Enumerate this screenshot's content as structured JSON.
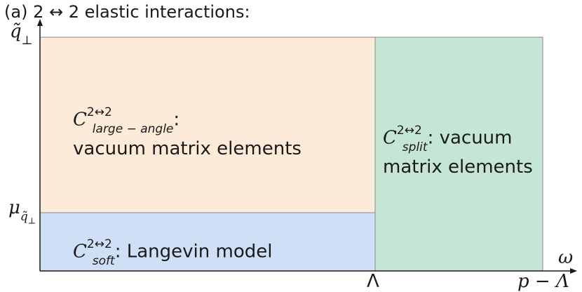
{
  "title": "(a) 2 ↔ 2 elastic interactions:",
  "axes": {
    "y_label_base": "q̃",
    "y_label_sub": "⊥",
    "x_label": "ω",
    "y_tick_base": "μ",
    "y_tick_sub": "q̃",
    "y_tick_subsub": "⊥",
    "x_tick_lambda": "Λ",
    "x_tick_end": "p − Λ"
  },
  "regions": {
    "large_angle": {
      "symbol": "C",
      "superscript": "2↔2",
      "subscript": "large − angle",
      "suffix": ":",
      "line2": "vacuum matrix elements",
      "color": "#fcebd9"
    },
    "soft": {
      "symbol": "C",
      "superscript": "2↔2",
      "subscript": "soft",
      "suffix": ": Langevin model",
      "color": "#cfdff5"
    },
    "split": {
      "symbol": "C",
      "superscript": "2↔2",
      "subscript": "split",
      "suffix": ": vacuum",
      "line2": "matrix elements",
      "color": "#c5e6d4"
    }
  }
}
